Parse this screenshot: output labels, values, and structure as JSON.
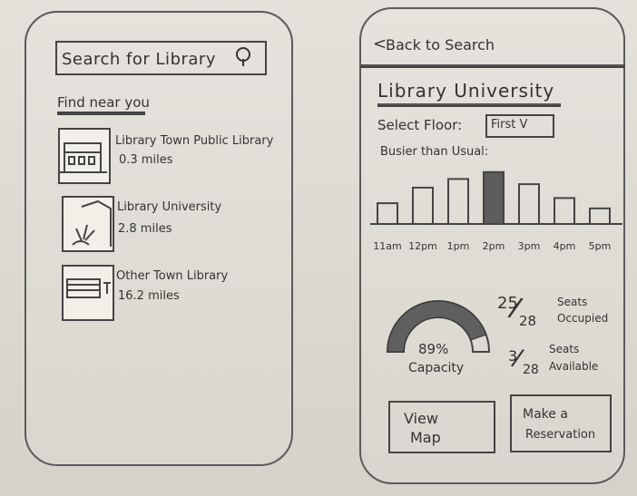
{
  "left_screen": {
    "search": {
      "placeholder": "Search for Library"
    },
    "find_near_label": "Find near you",
    "libraries": [
      {
        "name": "Library Town Public Library",
        "distance": "0.3 miles"
      },
      {
        "name": "Library University",
        "distance": "2.8 miles"
      },
      {
        "name": "Other Town Library",
        "distance": "16.2 miles"
      }
    ]
  },
  "right_screen": {
    "back_label": "Back to Search",
    "library_title": "Library University",
    "floor": {
      "label": "Select Floor:",
      "selected": "First"
    },
    "busy_label": "Busier than Usual:",
    "capacity": {
      "value": "89%",
      "label": "Capacity",
      "fraction": 0.89
    },
    "seats_occupied": {
      "count": "25",
      "total": "28",
      "label_line1": "Seats",
      "label_line2": "Occupied"
    },
    "seats_available": {
      "count": "3",
      "total": "28",
      "label_line1": "Seats",
      "label_line2": "Available"
    },
    "buttons": {
      "view_map_line1": "View",
      "view_map_line2": "Map",
      "reserve_line1": "Make a",
      "reserve_line2": "Reservation"
    }
  },
  "chart_data": {
    "type": "bar",
    "categories": [
      "11am",
      "12pm",
      "1pm",
      "2pm",
      "3pm",
      "4pm",
      "5pm"
    ],
    "values": [
      24,
      42,
      52,
      60,
      46,
      30,
      18
    ],
    "highlight_index": 3,
    "title": "",
    "xlabel": "",
    "ylabel": "",
    "ylim": [
      0,
      65
    ]
  },
  "colors": {
    "ink": "#333333",
    "paper": "#dedad3",
    "highlight_bar": "#5d5d5d"
  },
  "icons": {
    "search": "search-icon",
    "back": "chevron-left-icon"
  }
}
